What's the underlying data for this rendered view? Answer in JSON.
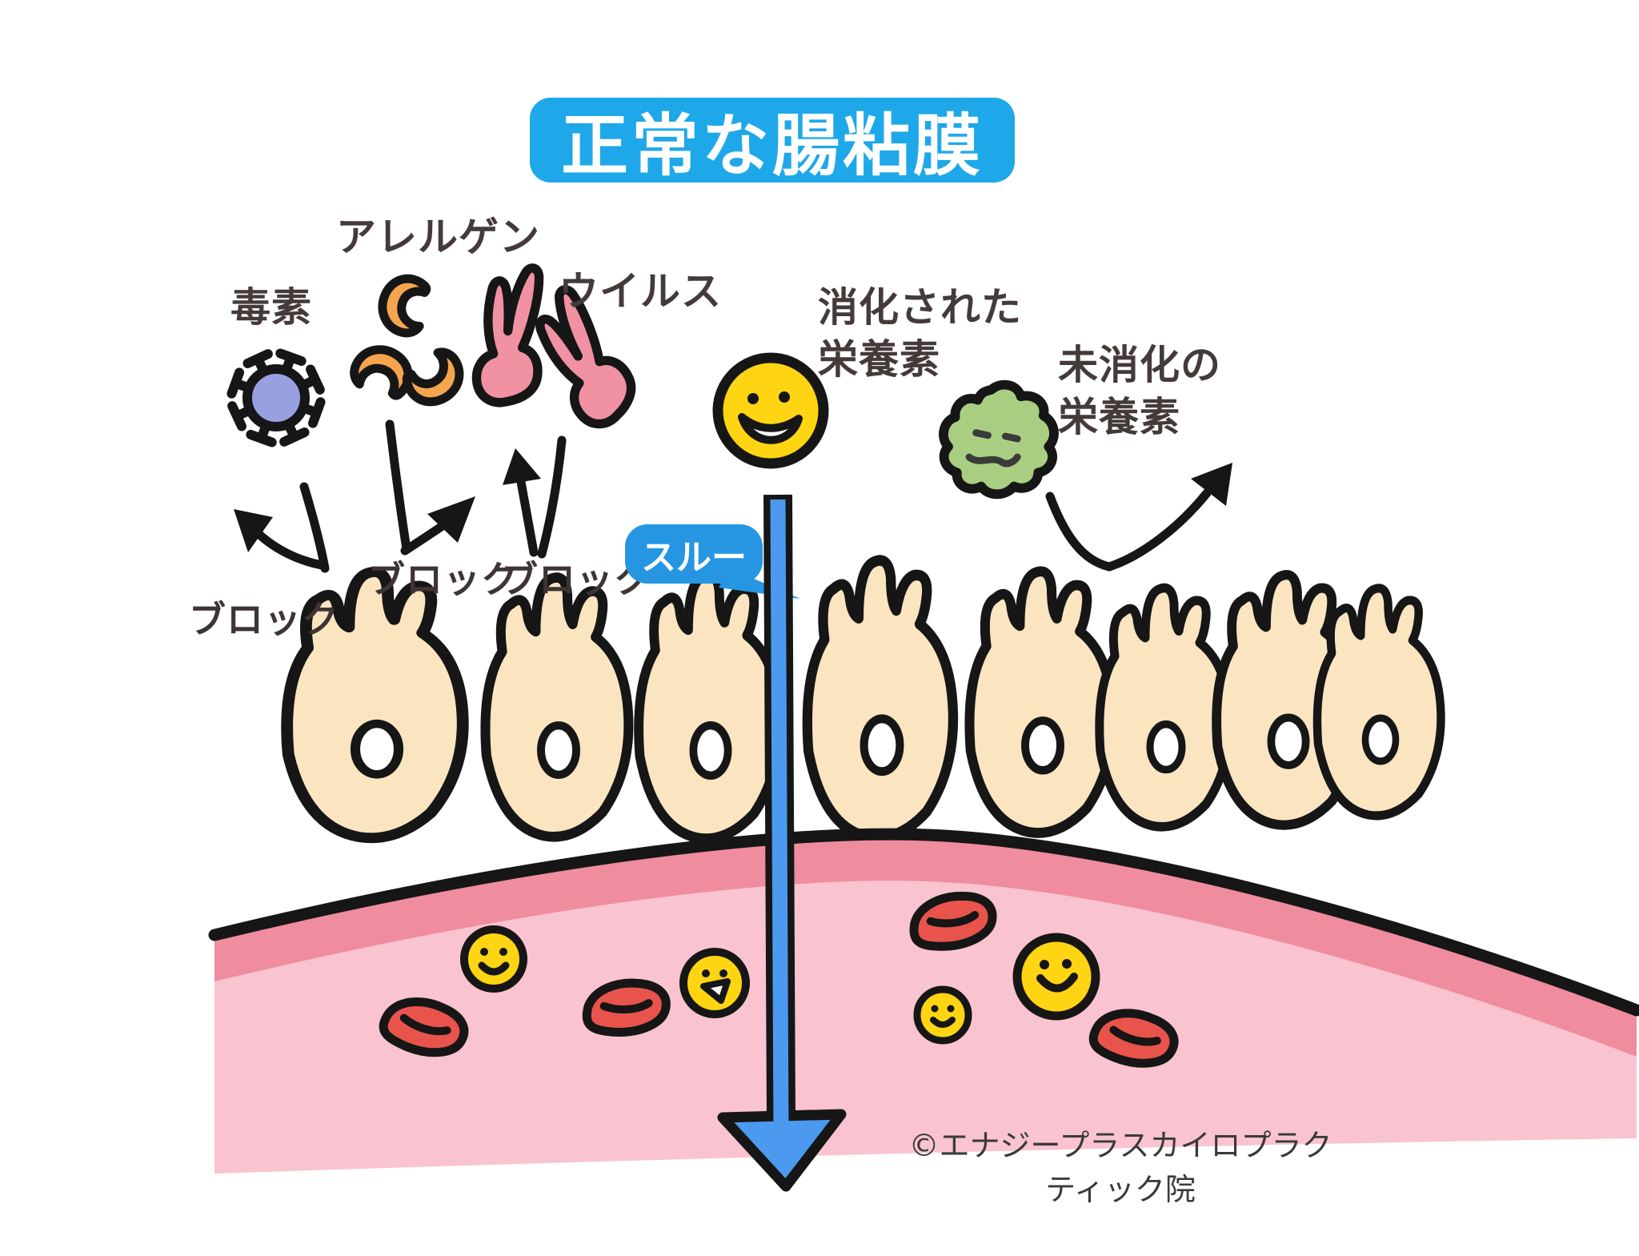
{
  "title": {
    "text": "正常な腸粘膜"
  },
  "labels": {
    "toxin": "毒素",
    "allergen": "アレルゲン",
    "virus": "ウイルス",
    "digested": "消化された\n栄養素",
    "undigested": "未消化の\n栄養素"
  },
  "callouts": {
    "block_toxin": "ブロック",
    "block_allergen": "ブロック",
    "block_virus": "ブロック",
    "through": "スルー"
  },
  "footer": {
    "copyright": "©エナジープラスカイロプラクティック院"
  },
  "colors": {
    "banner_blue": "#1FA8E9",
    "bubble_blue": "#2696E3",
    "arrow_blue": "#4C9AF0",
    "villi_cream": "#FBE5C1",
    "tissue_pink": "#F9C3CF",
    "tissue_band_pink": "#EF8C9D",
    "toxin_purple": "#99A0E2",
    "allergen_orange": "#F5A54E",
    "virus_pink": "#F092A2",
    "nutrient_yellow": "#FFD412",
    "undigested_green": "#A9CE82",
    "blood_cell_red": "#E8544B",
    "outline_black": "#161616",
    "label_text": "#453A3A"
  },
  "icons": {
    "toxin": "spiky-virus-icon",
    "allergen": "bean-icon",
    "virus": "branched-virus-icon",
    "digested_nutrient": "smiley-face-icon",
    "undigested_nutrient": "green-blob-icon",
    "blood_cell": "red-blood-cell-icon",
    "absorbed_nutrient": "small-smiley-icon",
    "through_arrow": "blue-down-arrow-icon",
    "block_arrow": "bounce-arrow-icon"
  }
}
